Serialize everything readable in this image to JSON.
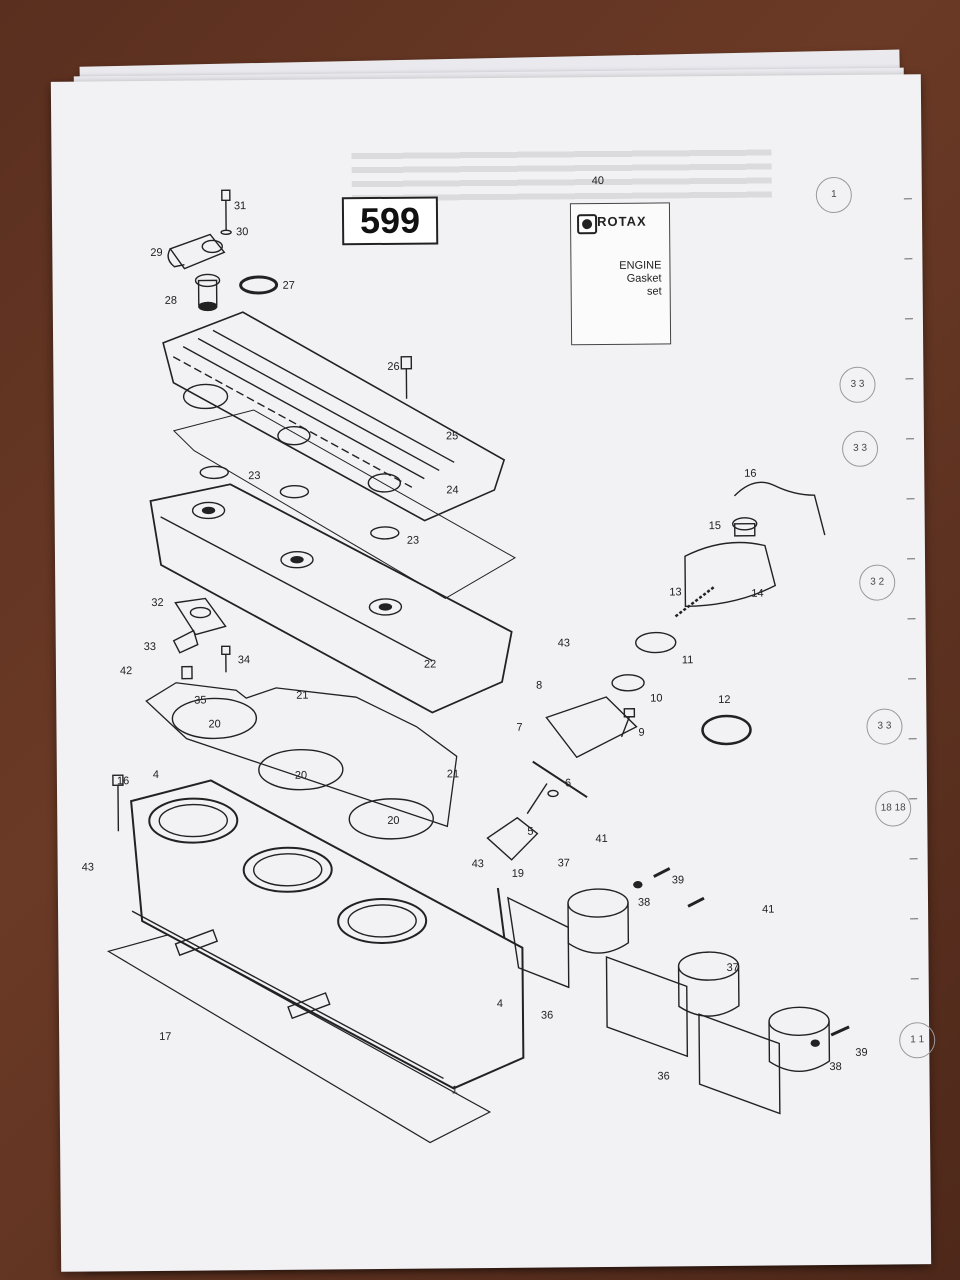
{
  "page_number": "599",
  "gasket_set": {
    "brand": "ROTAX",
    "title_line1": "ENGINE",
    "title_line2": "Gasket",
    "title_line3": "set"
  },
  "callouts": {
    "c40": "40",
    "c31": "31",
    "c30": "30",
    "c29": "29",
    "c27": "27",
    "c28": "28",
    "c26": "26",
    "c25": "25",
    "c24": "24",
    "c23a": "23",
    "c23b": "23",
    "c32": "32",
    "c22": "22",
    "c33": "33",
    "c34": "34",
    "c42": "42",
    "c35": "35",
    "c21a": "21",
    "c21b": "21",
    "c20a": "20",
    "c20b": "20",
    "c20c": "20",
    "c16a": "16",
    "c4a": "4",
    "c43a": "43",
    "c17": "17",
    "c1": "1",
    "c16b": "16",
    "c15": "15",
    "c13": "13",
    "c14": "14",
    "c43b": "43",
    "c11": "11",
    "c8": "8",
    "c10": "10",
    "c12": "12",
    "c7": "7",
    "c9": "9",
    "c6": "6",
    "c5": "5",
    "c43c": "43",
    "c19": "19",
    "c37a": "37",
    "c41a": "41",
    "c39a": "39",
    "c38a": "38",
    "c4b": "4",
    "c36a": "36",
    "c41b": "41",
    "c37b": "37",
    "c36b": "36",
    "c38b": "38",
    "c39b": "39"
  },
  "side_tabs": [
    "1",
    "3 3",
    "3 3",
    "3 2",
    "3 3",
    "18 18",
    "1 1"
  ]
}
